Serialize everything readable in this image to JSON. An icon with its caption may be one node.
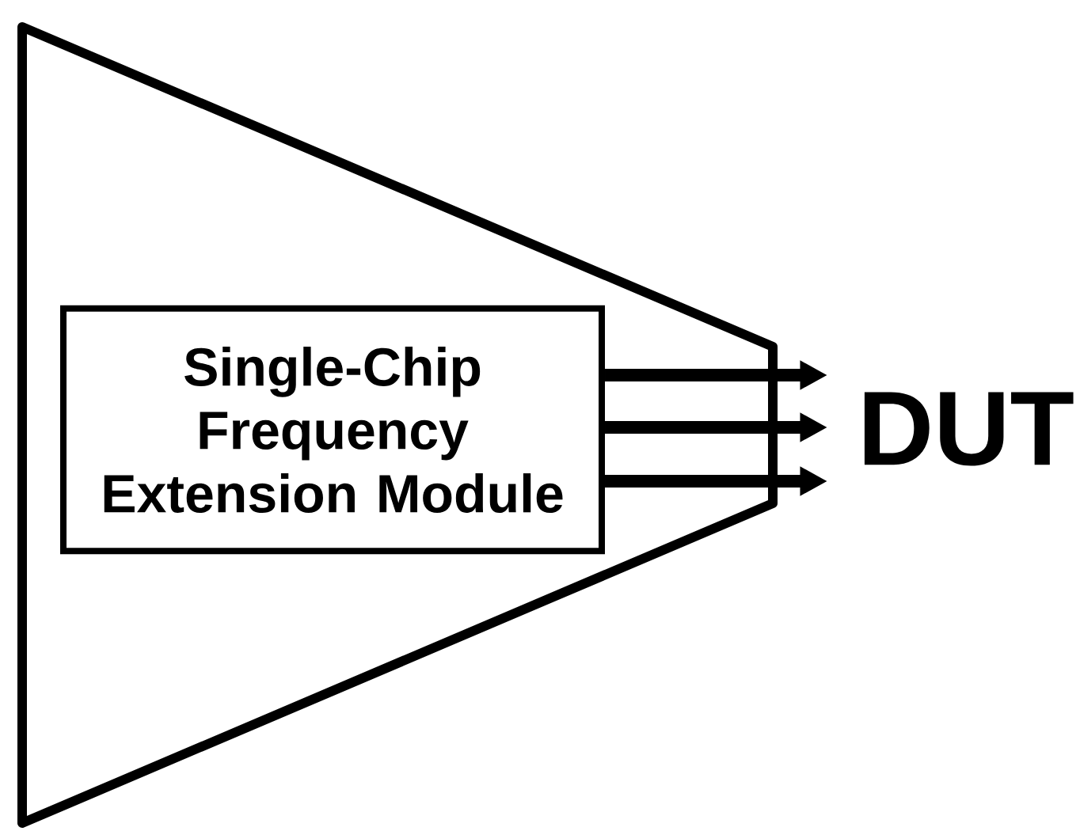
{
  "diagram": {
    "nodes": [
      {
        "text": [],
        "shape": "trapezoid"
      },
      {
        "text": [
          "Single-Chip Frequency Extension Module"
        ],
        "in": 0
      },
      {
        "text": [
          "DUT"
        ]
      }
    ],
    "edges": [
      {
        "from": 1,
        "to": 2,
        "arrow": "to"
      },
      {
        "from": 1,
        "to": 2,
        "arrow": "to"
      },
      {
        "from": 1,
        "to": 2,
        "arrow": "to"
      }
    ]
  }
}
